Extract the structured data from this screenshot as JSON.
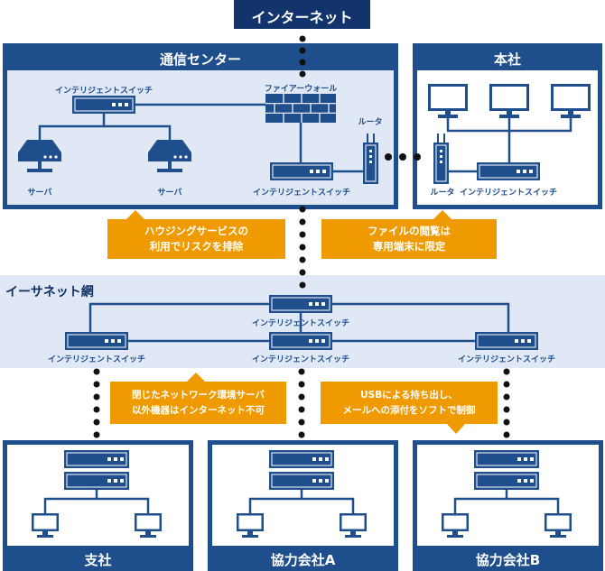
{
  "colors": {
    "navy": "#1f4e8c",
    "dark_navy": "#12336b",
    "light_blue": "#dfe8f4",
    "orange": "#ef9a00",
    "white": "#ffffff"
  },
  "internet": {
    "label": "インターネット"
  },
  "data_center": {
    "title": "通信センター",
    "switch_top_label": "インテリジェントスイッチ",
    "firewall_label": "ファイアーウォール",
    "router_label": "ルータ",
    "server1_label": "サーバ",
    "server2_label": "サーバ",
    "switch_bottom_label": "インテリジェントスイッチ"
  },
  "headquarters": {
    "title": "本社",
    "router_label": "ルータ",
    "switch_label": "インテリジェントスイッチ"
  },
  "callouts": {
    "housing": {
      "line1": "ハウジングサービスの",
      "line2": "利用でリスクを排除"
    },
    "file_view": {
      "line1": "ファイルの閲覧は",
      "line2": "専用端末に限定"
    },
    "closed_network": {
      "line1": "閉じたネットワーク環境サーバ",
      "line2": "以外機器はインターネット不可"
    },
    "usb": {
      "line1": "USBによる持ち出し、",
      "line2": "メールへの添付をソフトで制御"
    }
  },
  "ethernet": {
    "title": "イーサネット網",
    "switch_center_top_label": "インテリジェントスイッチ",
    "switch_left_label": "インテリジェントスイッチ",
    "switch_center_label": "インテリジェントスイッチ",
    "switch_right_label": "インテリジェントスイッチ"
  },
  "branches": {
    "branch": "支社",
    "partner_a": "協力会社A",
    "partner_b": "協力会社B"
  }
}
